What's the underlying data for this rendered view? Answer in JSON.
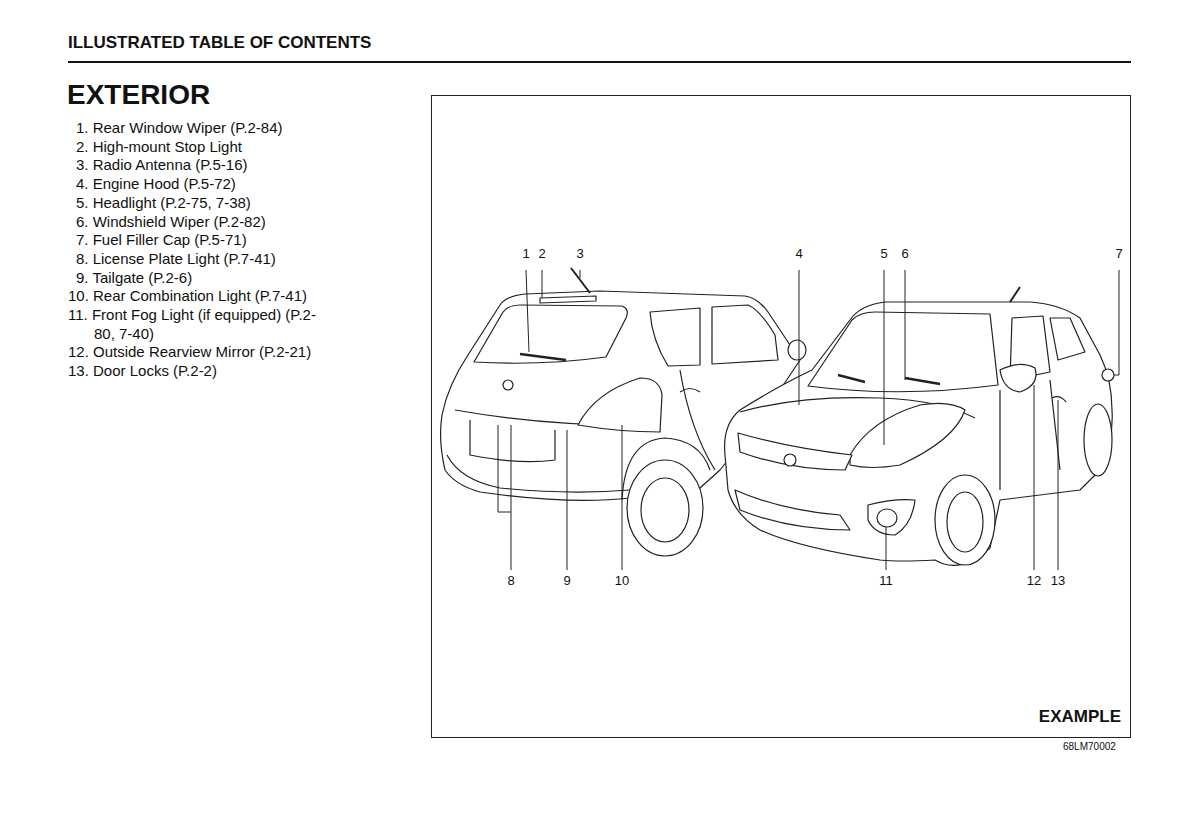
{
  "diagram": {
    "title": "ILLUSTRATED TABLE OF CONTENTS",
    "nodes": [
      {
        "text": [
          "EXAMPLE"
        ]
      }
    ],
    "labels": [
      "EXTERIOR",
      "1. Rear Window Wiper (P.2-84)",
      "2. High-mount Stop Light",
      "3. Radio Antenna (P.5-16)",
      "4. Engine Hood (P.5-72)",
      "5. Headlight (P.2-75, 7-38)",
      "6. Windshield Wiper (P.2-82)",
      "7. Fuel Filler Cap (P.5-71)",
      "8. License Plate Light (P.7-41)",
      "9. Tailgate (P.2-6)",
      "10. Rear Combination Light (P.7-41)",
      "11. Front Fog Light (if equipped) (P.2-80, 7-40)",
      "12. Outside Rearview Mirror (P.2-21)",
      "13. Door Locks (P.2-2)",
      "1",
      "2",
      "3",
      "4",
      "5",
      "6",
      "7",
      "8",
      "9",
      "10",
      "11",
      "12",
      "13",
      "68LM70002"
    ]
  }
}
